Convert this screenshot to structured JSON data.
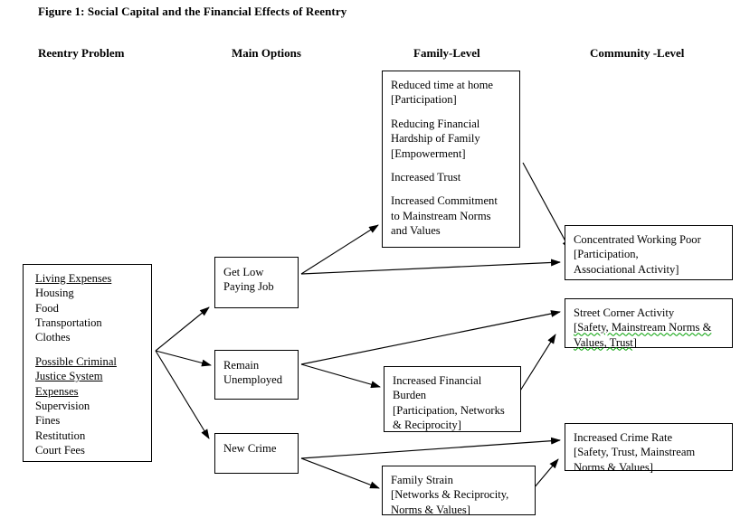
{
  "figure": {
    "title": "Figure 1: Social Capital and the Financial Effects of Reentry"
  },
  "headers": {
    "reentry": "Reentry Problem",
    "options": "Main Options",
    "family": "Family-Level",
    "community": "Community -Level"
  },
  "reentry_problem": {
    "heading_1": "Living Expenses",
    "items_1": [
      "Housing",
      "Food",
      "Transportation",
      "Clothes"
    ],
    "heading_2_line_1": "Possible Criminal",
    "heading_2_line_2": "Justice System",
    "heading_2_line_3": "Expenses",
    "items_2": [
      "Supervision",
      "Fines",
      "Restitution",
      "Court Fees"
    ]
  },
  "options": {
    "job": {
      "line_1": "Get Low",
      "line_2": "Paying Job"
    },
    "unemployed": {
      "line_1": "Remain",
      "line_2": "Unemployed"
    },
    "crime": {
      "line_1": "New Crime"
    }
  },
  "family": {
    "job_outcomes": {
      "item_1_line_1": "Reduced time at home",
      "item_1_line_2": "[Participation]",
      "item_2_line_1": "Reducing Financial",
      "item_2_line_2": "Hardship of Family",
      "item_2_line_3": "[Empowerment]",
      "item_3_line_1": "Increased Trust",
      "item_4_line_1": "Increased Commitment",
      "item_4_line_2": "to Mainstream Norms",
      "item_4_line_3": "and Values"
    },
    "burden": {
      "line_1": "Increased Financial",
      "line_2": "Burden",
      "line_3": "[Participation, Networks",
      "line_4": "& Reciprocity]"
    },
    "strain": {
      "line_1": "Family Strain",
      "line_2": "[Networks & Reciprocity,",
      "line_3": "Norms & Values]"
    }
  },
  "community": {
    "working_poor": {
      "line_1": "Concentrated Working Poor",
      "line_2": "[Participation,",
      "line_3": "Associational Activity]"
    },
    "street_corner": {
      "line_1": "Street Corner Activity",
      "line_2": "[Safety, Mainstream Norms &",
      "line_3": "Values, Trust]"
    },
    "crime_rate": {
      "line_1": "Increased Crime Rate",
      "line_2": "[Safety, Trust, Mainstream",
      "line_3": "Norms & Values]"
    }
  },
  "style": {
    "line_color": "#000000",
    "background": "#ffffff",
    "spellcheck_underline_color": "#00a000"
  },
  "arrows": [
    {
      "name": "reentry-to-job",
      "from": "reentry-problem",
      "to": "get-low-paying-job"
    },
    {
      "name": "reentry-to-unemployed",
      "from": "reentry-problem",
      "to": "remain-unemployed"
    },
    {
      "name": "reentry-to-new-crime",
      "from": "reentry-problem",
      "to": "new-crime"
    },
    {
      "name": "job-to-family-outcomes",
      "from": "get-low-paying-job",
      "to": "family-job-outcomes"
    },
    {
      "name": "job-to-working-poor",
      "from": "get-low-paying-job",
      "to": "concentrated-working-poor"
    },
    {
      "name": "family-outcomes-to-working-poor",
      "from": "family-job-outcomes",
      "to": "concentrated-working-poor"
    },
    {
      "name": "unemployed-to-street-corner",
      "from": "remain-unemployed",
      "to": "street-corner-activity"
    },
    {
      "name": "unemployed-to-burden",
      "from": "remain-unemployed",
      "to": "increased-financial-burden"
    },
    {
      "name": "burden-to-street-corner",
      "from": "increased-financial-burden",
      "to": "street-corner-activity"
    },
    {
      "name": "new-crime-to-crime-rate",
      "from": "new-crime",
      "to": "increased-crime-rate"
    },
    {
      "name": "new-crime-to-family-strain",
      "from": "new-crime",
      "to": "family-strain"
    },
    {
      "name": "family-strain-to-crime-rate",
      "from": "family-strain",
      "to": "increased-crime-rate"
    }
  ]
}
